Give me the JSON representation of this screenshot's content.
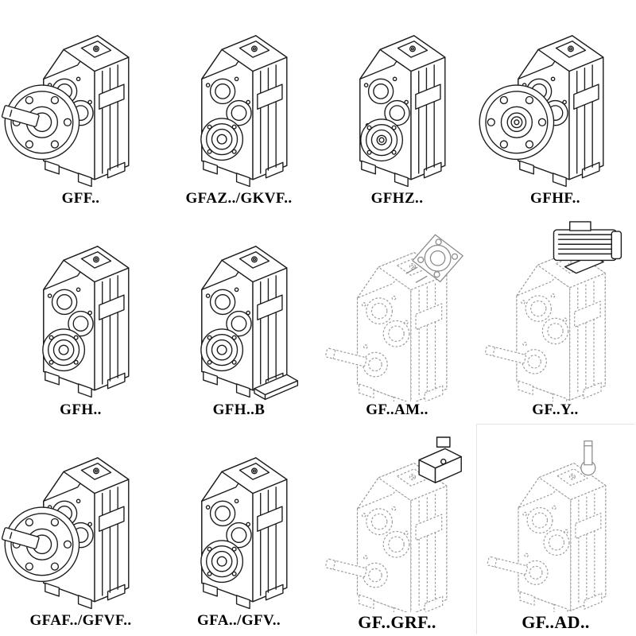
{
  "page": {
    "kind": "gearbox-model-catalog",
    "background": "#ffffff"
  },
  "styles": {
    "solid_line_color": "#1c1c1c",
    "ghost_line_color": "#9a9a9a",
    "label_color": "#000000"
  },
  "catalog": {
    "rows": 3,
    "cols": 4,
    "items": [
      {
        "label": "GFF..",
        "drawing": "flange-mounted-gearbox-solid-shaft",
        "line_style": "solid"
      },
      {
        "label": "GFAZ../GKVF..",
        "drawing": "hollow-shaft-gearbox-front-boss",
        "line_style": "solid"
      },
      {
        "label": "GFHZ..",
        "drawing": "hollow-shaft-gearbox-front-boss",
        "line_style": "solid"
      },
      {
        "label": "GFHF..",
        "drawing": "flange-mounted-gearbox-hollow-shaft",
        "line_style": "solid"
      },
      {
        "label": "GFH..",
        "drawing": "foot-mounted-hollow-shaft-gearbox",
        "line_style": "solid"
      },
      {
        "label": "GFH..B",
        "drawing": "foot-mounted-hollow-shaft-gearbox-base",
        "line_style": "solid"
      },
      {
        "label": "GF..AM..",
        "drawing": "gearbox-with-iec-adapter-flange",
        "line_style": "dashed"
      },
      {
        "label": "GF..Y..",
        "drawing": "gearbox-with-mounted-motor",
        "line_style": "dashed"
      },
      {
        "label": "GFAF../GFVF..",
        "drawing": "flange-mounted-gearbox-solid-shaft",
        "line_style": "solid"
      },
      {
        "label": "GFA../GFV..",
        "drawing": "foot-mounted-hollow-shaft-gearbox",
        "line_style": "solid"
      },
      {
        "label": "GF..GRF..",
        "drawing": "gearbox-with-input-adapter-block",
        "line_style": "dashed"
      },
      {
        "label": "GF..AD..",
        "drawing": "gearbox-with-top-input-shaft",
        "line_style": "dashed"
      }
    ]
  }
}
